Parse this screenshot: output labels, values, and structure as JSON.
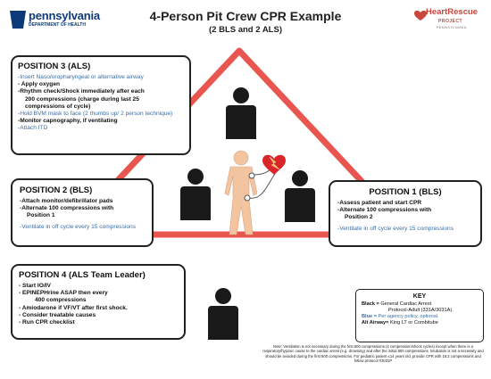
{
  "header": {
    "title": "4-Person Pit Crew CPR Example",
    "subtitle": "(2 BLS and 2 ALS)",
    "logo_left_name": "pennsylvania",
    "logo_left_sub": "DEPARTMENT OF HEALTH",
    "logo_right_name": "HeartRescue",
    "logo_right_sub": "PROJECT",
    "logo_right_state": "PENNSYLVANIA"
  },
  "position3": {
    "title": "POSITION 3 (ALS)",
    "items": [
      "-Insert Naso/oropharyngeal or alternative airway",
      "- Apply oxygen",
      "-Rhythm check/Shock immediately after each",
      "200 compressions (charge during last 25",
      "compressions of cycle)",
      "-Hold BVM mask to face (2 thumbs up/ 2 person technique)",
      "-Monitor capnography, if ventilating",
      "-Attach ITD"
    ]
  },
  "position2": {
    "title": "POSITION 2 (BLS)",
    "items": [
      "-Attach monitor/defibrillator pads",
      "-Alternate 100 compressions with",
      "Position 1",
      "-Ventilate in off cycle every 15 compressions"
    ]
  },
  "position1": {
    "title": "POSITION 1 (BLS)",
    "items": [
      "-Assess patient and start CPR",
      "-Alternate 100 compressions with",
      "Position 2",
      "-Ventilate in off cycle every 15 compressions"
    ]
  },
  "position4": {
    "title": "POSITION 4 (ALS Team Leader)",
    "items": [
      "- Start IO/IV",
      "- EPINEPHrine ASAP then every",
      "400 compressions",
      "- Amiodarone if VF/VT after first shock.",
      "- Consider treatable causes",
      "- Run CPR checklist"
    ]
  },
  "key": {
    "title": "KEY",
    "black_label": "Black =",
    "black_text_1": "General Cardiac Arrest",
    "black_text_2": "Protocol-Adult (331A/3031A).",
    "blue_label": "Blue =",
    "blue_text": "Per agency policy, optional.",
    "alt_label": "Alt Airway=",
    "alt_text": "King LT or Combitube"
  },
  "note": "Note: Ventilation is not necessary during the first 800 compressions (4 compression/shock cycles) except when there is a respiratory/hypoxic cause to the cardiac arrest (e.g. drowning) and after the initial 800 compressions. Intubation is not a necessity and should be avoided during the first 800 compressions. For pediatric patient ≤14 years old, provide CPR with 15:2 compressions and follow protocol #3031P",
  "colors": {
    "triangle": "#e8564f",
    "figure": "#1a1a1a",
    "patient": "#f2c4a0",
    "heart": "#d8262b",
    "bolt": "#f4c430",
    "blue_text": "#3b6ea5",
    "pa_blue": "#0f3a7a",
    "heartrescue_red": "#c9473c"
  }
}
